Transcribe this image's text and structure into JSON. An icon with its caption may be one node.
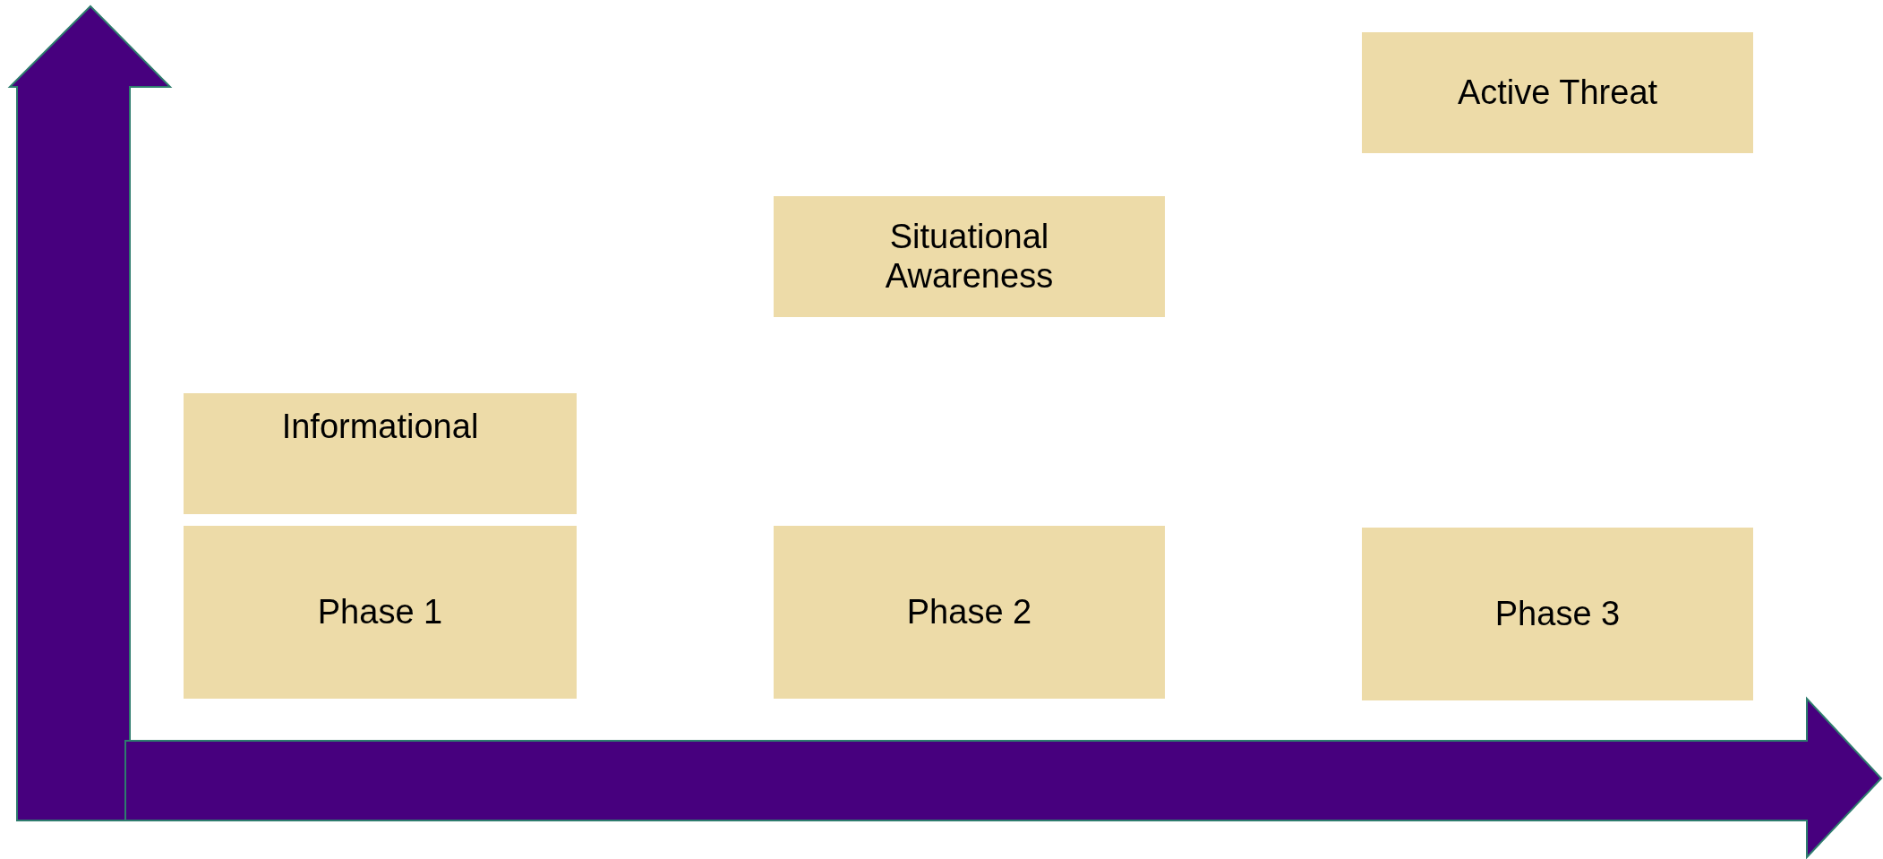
{
  "diagram": {
    "nodes": [
      {
        "text": [
          "Informational"
        ]
      },
      {
        "text": [
          "Phase 1"
        ]
      },
      {
        "text": [
          "Situational Awareness"
        ]
      },
      {
        "text": [
          "Phase 2"
        ]
      },
      {
        "text": [
          "Active Threat"
        ]
      },
      {
        "text": [
          "Phase 3"
        ]
      }
    ]
  }
}
